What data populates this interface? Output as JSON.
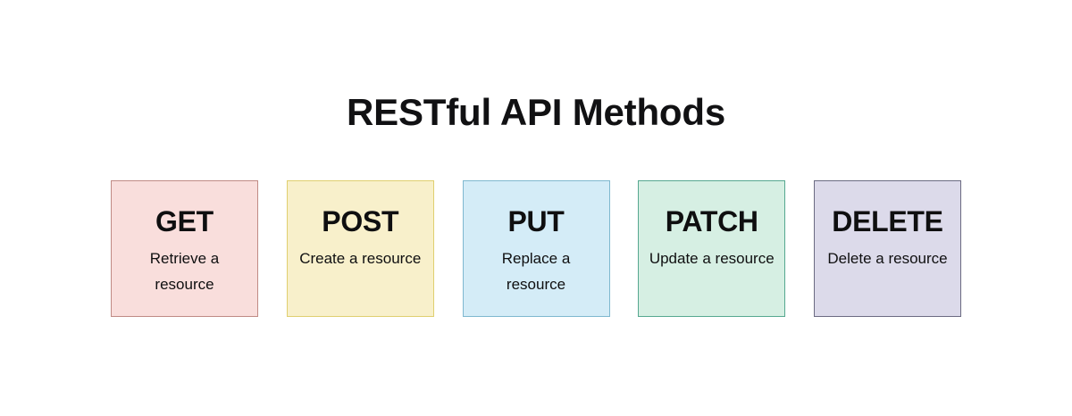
{
  "page": {
    "title": "RESTful API Methods",
    "background_color": "#ffffff",
    "title_color": "#111113"
  },
  "cards": [
    {
      "name": "GET",
      "description": "Retrieve a resource",
      "fill_color": "#f9dedc",
      "border_color": "#c08b85",
      "text_color": "#0f0f10"
    },
    {
      "name": "POST",
      "description": "Create a resource",
      "fill_color": "#f8f0cb",
      "border_color": "#e0cf70",
      "text_color": "#0f0f10"
    },
    {
      "name": "PUT",
      "description": "Replace a resource",
      "fill_color": "#d4ecf7",
      "border_color": "#7fb8cf",
      "text_color": "#0f0f10"
    },
    {
      "name": "PATCH",
      "description": "Update a resource",
      "fill_color": "#d6efe3",
      "border_color": "#56a890",
      "text_color": "#0f0f10"
    },
    {
      "name": "DELETE",
      "description": "Delete a resource",
      "fill_color": "#dcdaea",
      "border_color": "#6b6b82",
      "text_color": "#0f0f10"
    }
  ]
}
